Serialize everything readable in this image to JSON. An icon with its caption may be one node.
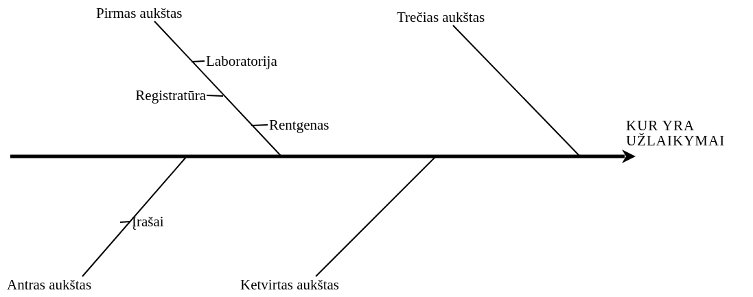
{
  "diagram": {
    "nodes": [
      {
        "text": [
          "Pirmas aukštas"
        ]
      },
      {
        "text": [
          "Laboratorija"
        ]
      },
      {
        "text": [
          "Registratūra"
        ]
      },
      {
        "text": [
          "Rentgenas"
        ]
      },
      {
        "text": [
          "Trečias aukštas"
        ]
      },
      {
        "text": [
          "KUR YRA UŽLAIKYMAI"
        ]
      },
      {
        "text": [
          "Įrašai"
        ]
      },
      {
        "text": [
          "Antras aukštas"
        ]
      },
      {
        "text": [
          "Ketvirtas aukštas"
        ]
      }
    ],
    "edges": [
      {
        "from": null,
        "to": 5,
        "arrow": "to",
        "style": "thick"
      },
      {
        "from": 0,
        "to": null,
        "arrow": "none"
      },
      {
        "from": 1,
        "to": null,
        "arrow": "none"
      },
      {
        "from": 2,
        "to": null,
        "arrow": "none"
      },
      {
        "from": 3,
        "to": null,
        "arrow": "none"
      },
      {
        "from": 4,
        "to": null,
        "arrow": "none"
      },
      {
        "from": 6,
        "to": null,
        "arrow": "none"
      },
      {
        "from": 7,
        "to": null,
        "arrow": "none"
      },
      {
        "from": 8,
        "to": null,
        "arrow": "none"
      }
    ]
  }
}
